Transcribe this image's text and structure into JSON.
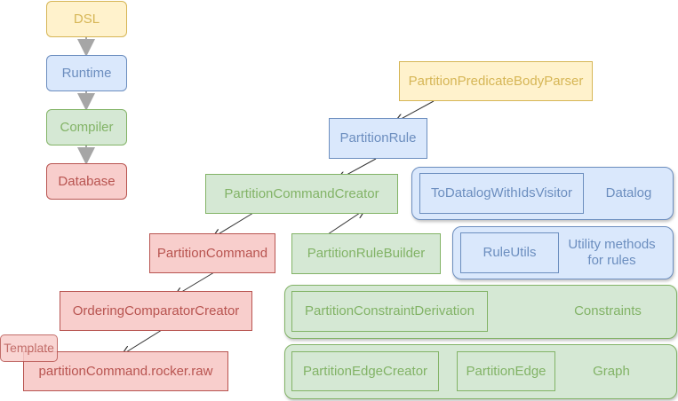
{
  "legend": {
    "dsl": "DSL",
    "runtime": "Runtime",
    "compiler": "Compiler",
    "database": "Database"
  },
  "nodes": {
    "partition_predicate_body_parser": "PartitionPredicateBodyParser",
    "partition_rule": "PartitionRule",
    "partition_command_creator": "PartitionCommandCreator",
    "partition_rule_builder": "PartitionRuleBuilder",
    "partition_command": "PartitionCommand",
    "ordering_comparator_creator": "OrderingComparatorCreator",
    "partition_command_rocker": "partitionCommand.rocker.raw",
    "template_tag": "Template"
  },
  "groups": {
    "datalog": {
      "label": "Datalog",
      "item": "ToDatalogWithIdsVisitor"
    },
    "utility": {
      "label": "Utility methods for rules",
      "item": "RuleUtils"
    },
    "constraints": {
      "label": "Constraints",
      "item": "PartitionConstraintDerivation"
    },
    "graph": {
      "label": "Graph",
      "items": [
        "PartitionEdgeCreator",
        "PartitionEdge"
      ]
    }
  },
  "colors": {
    "dsl": "#d6b656",
    "runtime": "#6c8ebf",
    "compiler": "#82b366",
    "database": "#b85450"
  }
}
